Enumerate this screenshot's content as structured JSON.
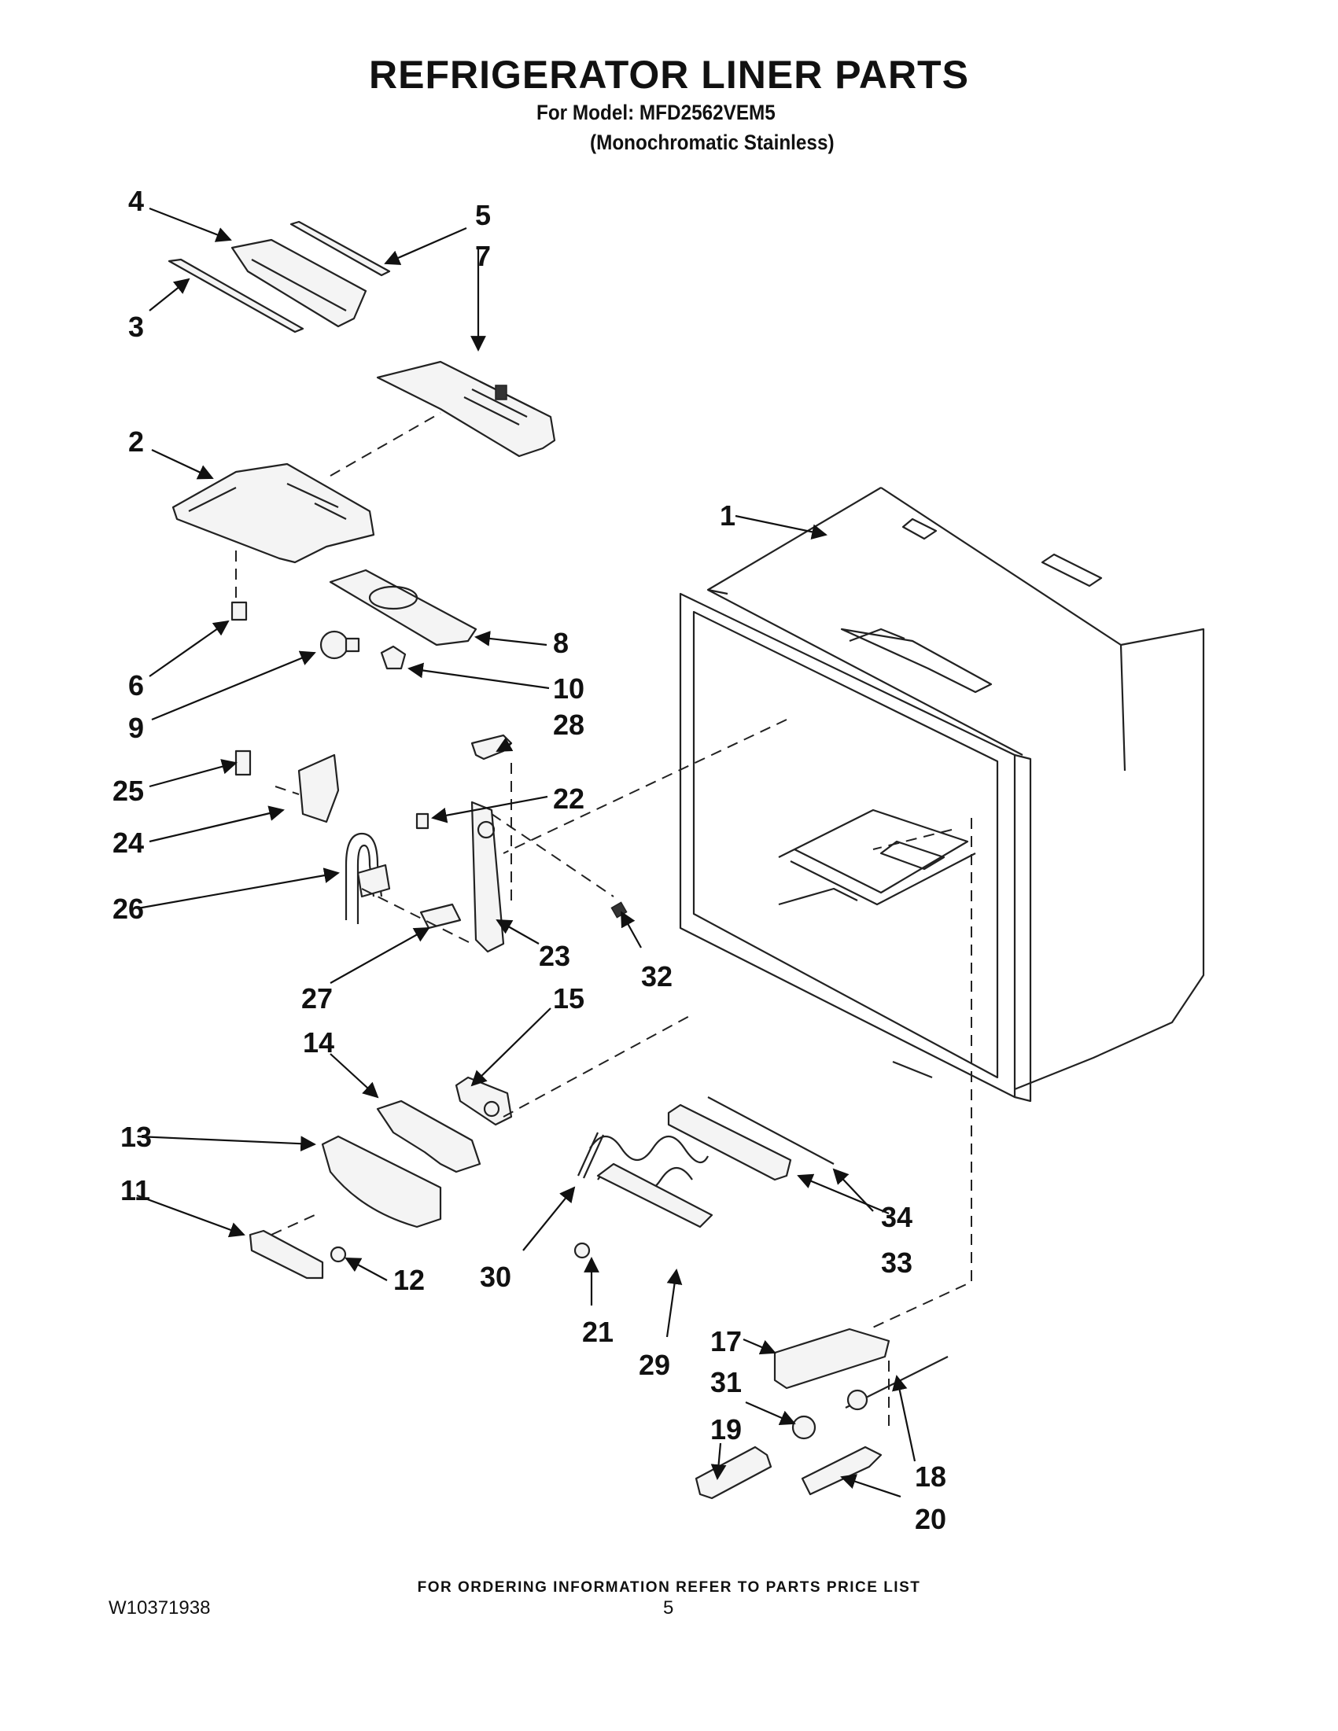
{
  "header": {
    "title": "REFRIGERATOR LINER PARTS",
    "model_line": "For Model: MFD2562VEM5",
    "variant_line": "(Monochromatic Stainless)"
  },
  "callouts": [
    "1",
    "2",
    "3",
    "4",
    "5",
    "6",
    "7",
    "8",
    "9",
    "10",
    "11",
    "12",
    "13",
    "14",
    "15",
    "17",
    "18",
    "19",
    "20",
    "21",
    "22",
    "23",
    "24",
    "25",
    "26",
    "27",
    "28",
    "29",
    "30",
    "31",
    "32",
    "33",
    "34"
  ],
  "footer": {
    "note": "FOR ORDERING INFORMATION REFER TO PARTS PRICE LIST",
    "doc_number": "W10371938",
    "page_number": "5"
  }
}
